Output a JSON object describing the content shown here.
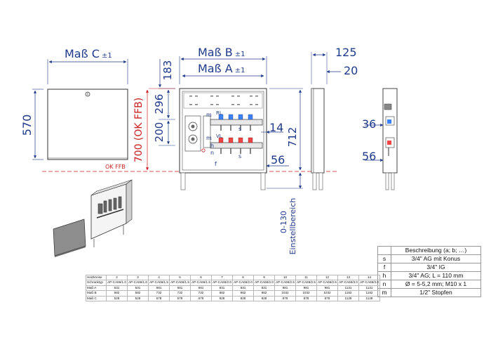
{
  "dims": {
    "mass_c": "Maß C",
    "mass_b": "Maß B",
    "mass_a": "Maß A",
    "tol": "±1",
    "d570": "570",
    "d183": "183",
    "d296": "296",
    "d200": "200",
    "d700": "700 (OK FFB)",
    "d712": "712",
    "d14": "14",
    "d56": "56",
    "d125": "125",
    "d20": "20",
    "d36": "36",
    "d56b": "56",
    "range": "0-130",
    "einstell": "Einstellbereich",
    "ok_ffb": "OK FFB"
  },
  "labels": {
    "rl": "RL",
    "vl": "VL",
    "m1": "m",
    "m2": "m",
    "s1": "s",
    "s2": "s",
    "f": "f",
    "h": "h",
    "n": "n"
  },
  "colors": {
    "dim": "#1f3a8a",
    "red": "#cc2020",
    "line": "#333333"
  },
  "legend": {
    "header": "Beschreibung (a; b; …)",
    "rows": [
      {
        "k": "s",
        "v": "3/4\" AG mit Konus"
      },
      {
        "k": "f",
        "v": "3/4\" IG"
      },
      {
        "k": "h",
        "v": "3/4\" AG; L = 110 mm"
      },
      {
        "k": "n",
        "v": "Ø = 5-5,2 mm; M10 x 1"
      },
      {
        "k": "m",
        "v": "1/2\" Stopfen"
      }
    ]
  },
  "sizes": {
    "head": [
      "Heizkreise",
      "2",
      "3",
      "4",
      "5",
      "6",
      "7",
      "8",
      "9",
      "10",
      "11",
      "12",
      "13",
      "14"
    ],
    "rows": [
      [
        "Schranktyp",
        "AP-CA66/1.0",
        "AP-CA66/1.0",
        "AP-CA66/1.5",
        "AP-CA66/1.5",
        "AP-CA66/1.5",
        "AP-CA66/2.0",
        "AP-CA66/2.0",
        "AP-CA66/2.0",
        "AP-CA66/2.5",
        "AP-CA66/2.5",
        "AP-CA66/2.5",
        "AP-CA66/3.0",
        "AP-CA66/3.0"
      ],
      [
        "Maß A",
        "531",
        "531",
        "681",
        "681",
        "681",
        "831",
        "831",
        "831",
        "981",
        "981",
        "981",
        "1131",
        "1131"
      ],
      [
        "Maß B",
        "582",
        "582",
        "732",
        "732",
        "732",
        "882",
        "882",
        "882",
        "1032",
        "1032",
        "1032",
        "1182",
        "1182"
      ],
      [
        "Maß C",
        "528",
        "528",
        "678",
        "678",
        "678",
        "828",
        "828",
        "828",
        "878",
        "878",
        "878",
        "1128",
        "1128"
      ]
    ]
  }
}
